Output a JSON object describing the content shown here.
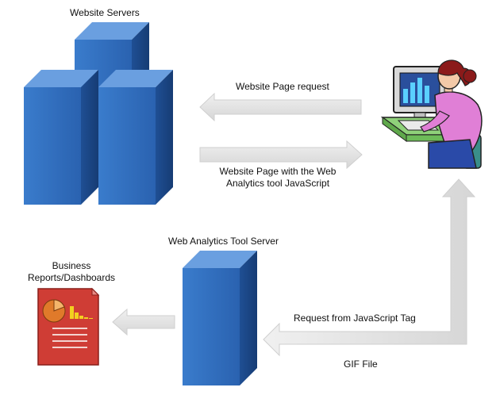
{
  "labels": {
    "website_servers": "Website Servers",
    "page_request": "Website Page request",
    "page_with_js_line1": "Website Page with the Web",
    "page_with_js_line2": "Analytics tool JavaScript",
    "analytics_server": "Web Analytics Tool Server",
    "business_line1": "Business",
    "business_line2": "Reports/Dashboards",
    "js_tag_request": "Request from JavaScript Tag",
    "gif_file": "GIF File"
  },
  "colors": {
    "server_front": "#2f6fc0",
    "server_side": "#1e4d8f",
    "server_top": "#5b93d8",
    "arrow_fill": "#e3e3e3",
    "arrow_edge": "#cfcfcf",
    "report_red": "#cc3a33",
    "pie_orange": "#e07a2a"
  },
  "icons": {
    "user": "person-at-computer-icon",
    "report": "report-document-icon"
  }
}
